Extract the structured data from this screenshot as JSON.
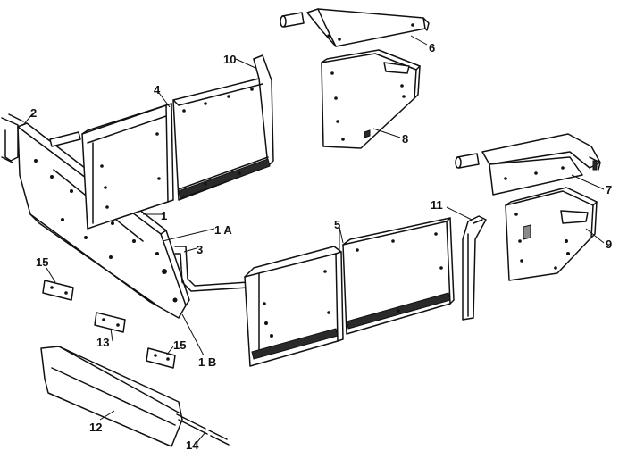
{
  "callouts": {
    "c1": "1",
    "c1a": "1 A",
    "c1b": "1 B",
    "c2": "2",
    "c3": "3",
    "c4": "4",
    "c5": "5",
    "c6": "6",
    "c7": "7",
    "c8": "8",
    "c9": "9",
    "c10": "10",
    "c11": "11",
    "c12": "12",
    "c13": "13",
    "c14": "14",
    "c15a": "15",
    "c15b": "15"
  }
}
